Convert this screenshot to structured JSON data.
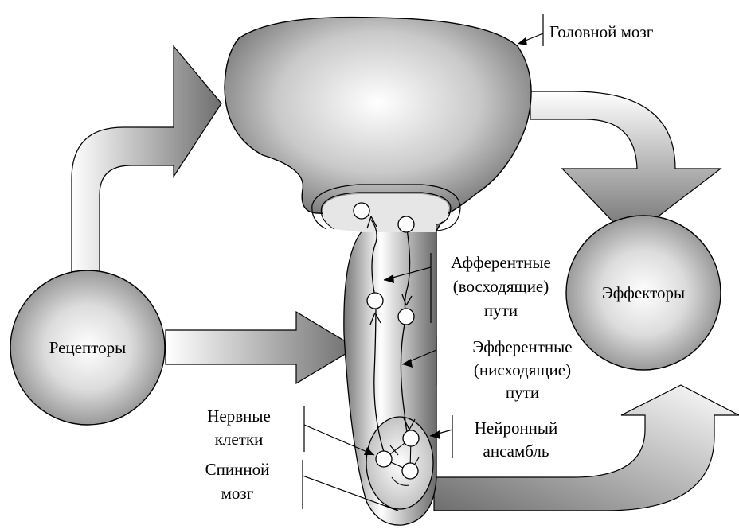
{
  "labels": {
    "brain": "Головной мозг",
    "effectors": "Эффекторы",
    "receptors": "Рецепторы",
    "afferent_1": "Афферентные",
    "afferent_2": "(восходящие)",
    "afferent_3": "пути",
    "efferent_1": "Эфферентные",
    "efferent_2": "(нисходящие)",
    "efferent_3": "пути",
    "nerve_cells_1": "Нервные",
    "nerve_cells_2": "клетки",
    "ensemble_1": "Нейронный",
    "ensemble_2": "ансамбль",
    "spinal_1": "Спинной",
    "spinal_2": "мозг"
  },
  "colors": {
    "stroke": "#000000",
    "fill_light": "#ffffff",
    "fill_mid": "#c8c8c8",
    "fill_dark": "#6e6e6e"
  }
}
